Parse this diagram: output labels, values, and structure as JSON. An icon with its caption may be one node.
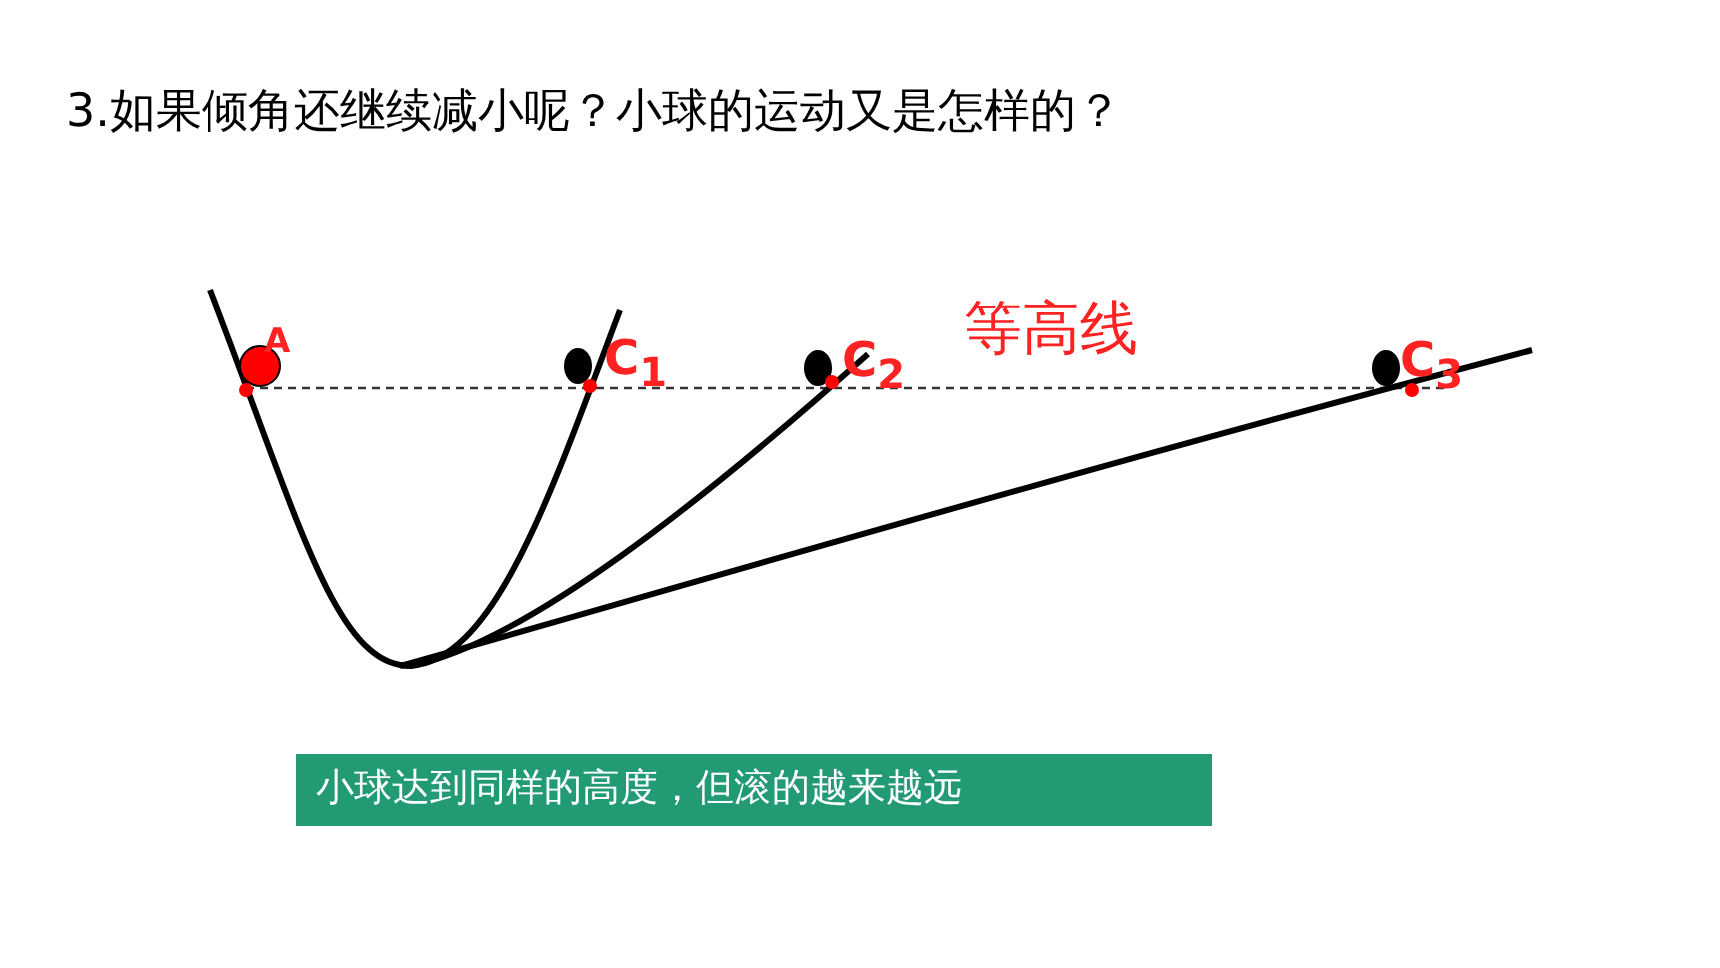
{
  "diagram": {
    "title": "3.如果倾角还继续减小呢？小球的运动又是怎样的？",
    "nodes": [
      {
        "text": [
          "小球达到同样的高度，但滚的越来越远"
        ]
      }
    ],
    "labels": [
      "A",
      "C$_{1}$",
      "C$_{2}$",
      "等高线",
      "C$_{3}$"
    ]
  }
}
